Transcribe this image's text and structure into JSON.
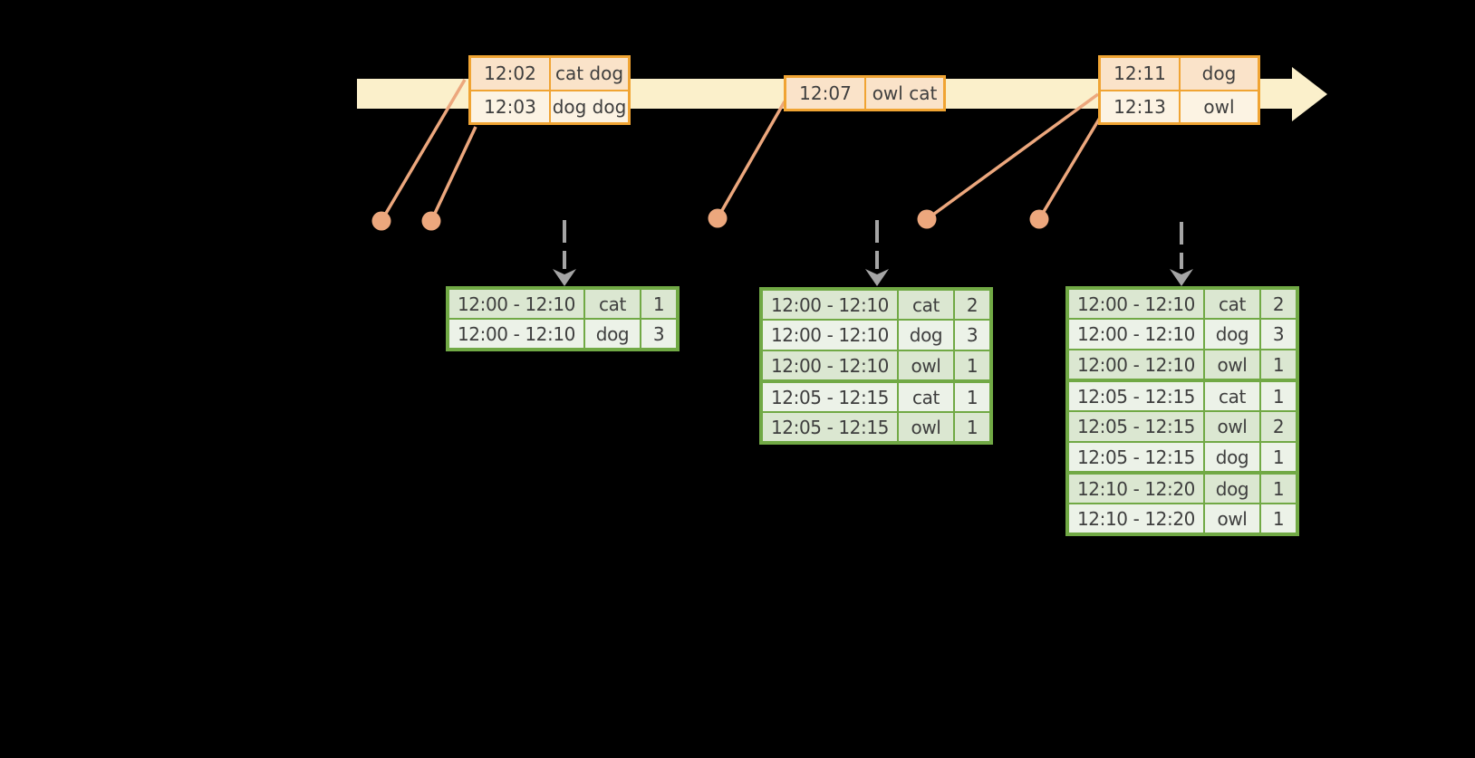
{
  "palette": {
    "background": "#000000",
    "timeline_fill": "#FBF0CB",
    "event_border": "#F0A433",
    "event_row_dark": "#FAE3C9",
    "event_row_light": "#FCF3E3",
    "connector": "#ECA77D",
    "trigger_arrow": "#A5A5A5",
    "result_border": "#71A945",
    "result_row_dark": "#DBE7D1",
    "result_row_light": "#ECF2E8",
    "text": "#3E3E3E"
  },
  "icons": {
    "timeline_arrow": "right-arrow",
    "trigger_arrow": "dashed-down-chevron-arrow",
    "event_marker": "filled-dot"
  },
  "event_boxes": [
    {
      "rows": [
        {
          "time": "12:02",
          "words": "cat dog"
        },
        {
          "time": "12:03",
          "words": "dog dog"
        }
      ]
    },
    {
      "rows": [
        {
          "time": "12:07",
          "words": "owl cat"
        }
      ]
    },
    {
      "rows": [
        {
          "time": "12:11",
          "words": "dog"
        },
        {
          "time": "12:13",
          "words": "owl"
        }
      ]
    }
  ],
  "result_tables": [
    {
      "rows": [
        {
          "window": "12:00 - 12:10",
          "word": "cat",
          "count": "1"
        },
        {
          "window": "12:00 - 12:10",
          "word": "dog",
          "count": "3"
        }
      ]
    },
    {
      "rows": [
        {
          "window": "12:00 - 12:10",
          "word": "cat",
          "count": "2"
        },
        {
          "window": "12:00 - 12:10",
          "word": "dog",
          "count": "3"
        },
        {
          "window": "12:00 - 12:10",
          "word": "owl",
          "count": "1"
        },
        {
          "window": "12:05 - 12:15",
          "word": "cat",
          "count": "1"
        },
        {
          "window": "12:05 - 12:15",
          "word": "owl",
          "count": "1"
        }
      ]
    },
    {
      "rows": [
        {
          "window": "12:00 - 12:10",
          "word": "cat",
          "count": "2"
        },
        {
          "window": "12:00 - 12:10",
          "word": "dog",
          "count": "3"
        },
        {
          "window": "12:00 - 12:10",
          "word": "owl",
          "count": "1"
        },
        {
          "window": "12:05 - 12:15",
          "word": "cat",
          "count": "1"
        },
        {
          "window": "12:05 - 12:15",
          "word": "owl",
          "count": "2"
        },
        {
          "window": "12:05 - 12:15",
          "word": "dog",
          "count": "1"
        },
        {
          "window": "12:10 - 12:20",
          "word": "dog",
          "count": "1"
        },
        {
          "window": "12:10 - 12:20",
          "word": "owl",
          "count": "1"
        }
      ]
    }
  ]
}
